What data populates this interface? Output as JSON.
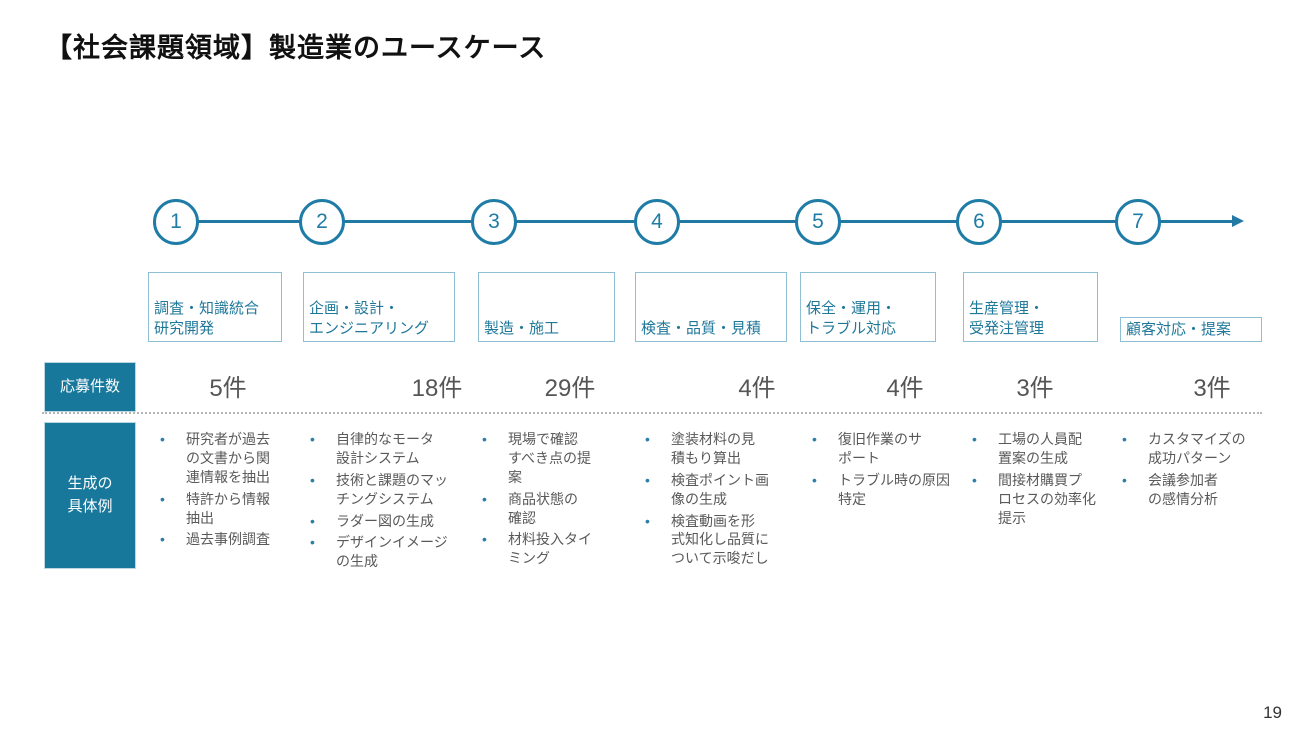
{
  "title": "【社会課題領域】製造業のユースケース",
  "page_number": "19",
  "colors": {
    "accent_teal": "#17789B",
    "timeline_stroke": "#1E7CA6",
    "category_border": "#8FBFD4",
    "category_text": "#1F7899",
    "body_text": "#595959"
  },
  "row_labels": {
    "applications": "応募件数",
    "examples": "生成の\n具体例"
  },
  "timeline": {
    "steps": [
      "1",
      "2",
      "3",
      "4",
      "5",
      "6",
      "7"
    ]
  },
  "columns": [
    {
      "step": "1",
      "category": "調査・知識統合\n研究開発",
      "count": "5件",
      "examples": [
        "研究者が過去\nの文書から関\n連情報を抽出",
        "特許から情報\n抽出",
        "過去事例調査"
      ]
    },
    {
      "step": "2",
      "category": "企画・設計・\nエンジニアリング",
      "count": "18件",
      "examples": [
        "自律的なモータ\n設計システム",
        "技術と課題のマッ\nチングシステム",
        "ラダー図の生成",
        "デザインイメージ\nの生成"
      ]
    },
    {
      "step": "3",
      "category": "製造・施工",
      "count": "29件",
      "examples": [
        "現場で確認\nすべき点の提\n案",
        "商品状態の\n確認",
        "材料投入タイ\nミング"
      ]
    },
    {
      "step": "4",
      "category": "検査・品質・見積",
      "count": "4件",
      "examples": [
        "塗装材料の見\n積もり算出",
        "検査ポイント画\n像の生成",
        "検査動画を形\n式知化し品質に\nついて示唆だし"
      ]
    },
    {
      "step": "5",
      "category": "保全・運用・\nトラブル対応",
      "count": "4件",
      "examples": [
        "復旧作業のサ\nポート",
        "トラブル時の原因\n特定"
      ]
    },
    {
      "step": "6",
      "category": "生産管理・\n受発注管理",
      "count": "3件",
      "examples": [
        "工場の人員配\n置案の生成",
        "間接材購買プ\nロセスの効率化\n提示"
      ]
    },
    {
      "step": "7",
      "category": "顧客対応・提案",
      "count": "3件",
      "examples": [
        "カスタマイズの\n成功パターン",
        "会議参加者\nの感情分析"
      ]
    }
  ]
}
